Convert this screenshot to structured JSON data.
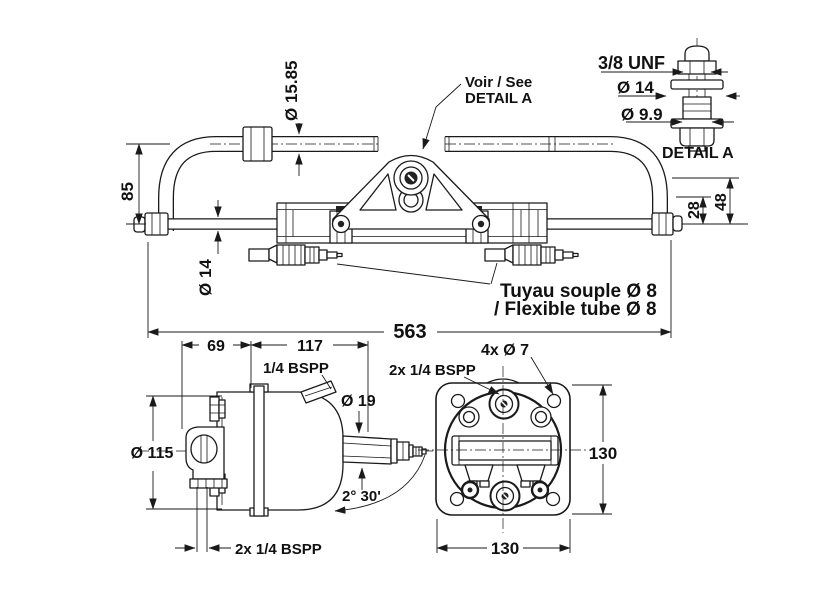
{
  "colors": {
    "line": "#1a1a1a",
    "background": "#ffffff"
  },
  "detail_a": {
    "thread_label": "3/8 UNF",
    "washer_dia": "Ø 14",
    "shank_dia": "Ø 9.9",
    "caption": "DETAIL A"
  },
  "see_detail_note": {
    "line1": "Voir / See",
    "line2": "DETAIL A"
  },
  "cylinder_view": {
    "tube_dia": "Ø 15.85",
    "bar_height": "85",
    "rod_dia": "Ø 14",
    "clevis_offset": "28",
    "clevis_height": "48",
    "overall_length": "563",
    "hose_note_fr": "Tuyau souple Ø 8",
    "hose_note_en": "/ Flexible tube Ø 8"
  },
  "pump_side_view": {
    "bracket_width": "69",
    "body_length": "117",
    "fill_port": "1/4 BSPP",
    "shaft_dia": "Ø 19",
    "body_dia": "Ø 115",
    "shaft_angle": "2° 30'",
    "bottom_ports": "2x 1/4 BSPP"
  },
  "pump_rear_view": {
    "mount_holes": "4x Ø 7",
    "ports": "2x 1/4 BSPP",
    "height": "130",
    "width": "130"
  }
}
